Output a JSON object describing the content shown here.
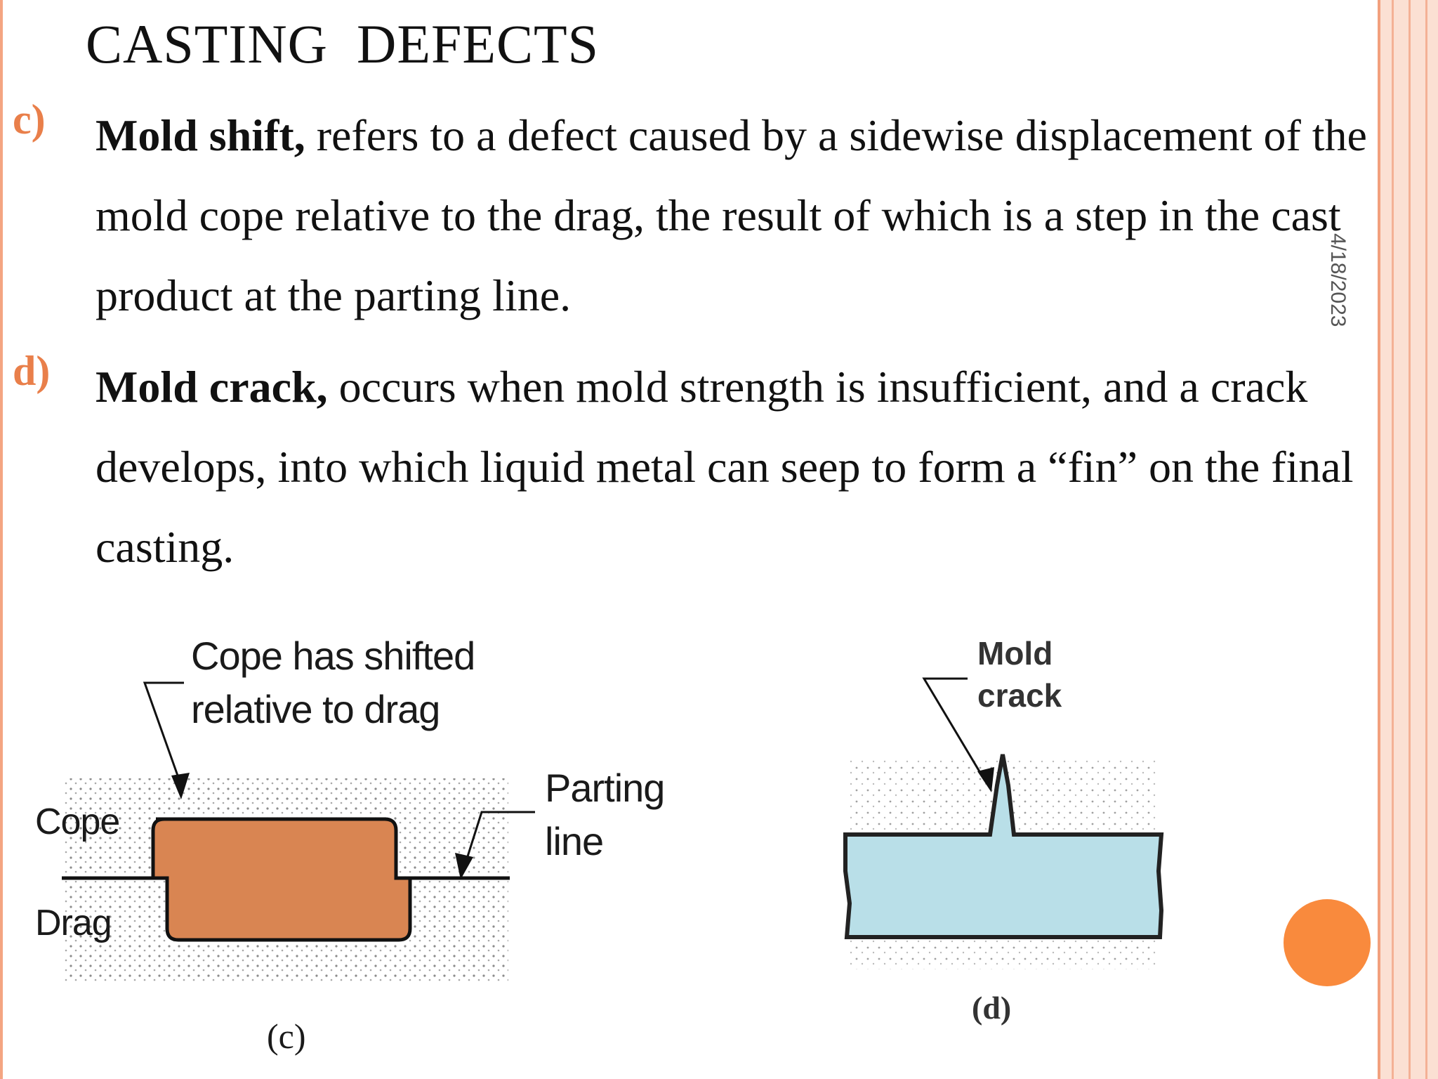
{
  "slide": {
    "title": "CASTING  DEFECTS",
    "date": "4/18/2023"
  },
  "items": [
    {
      "marker": "c)",
      "term": "Mold shift,",
      "description": " refers to a defect caused by a sidewise displacement of the mold cope relative to the drag, the result of which is a step in the cast product at the parting line."
    },
    {
      "marker": "d)",
      "term": "Mold crack,",
      "description": " occurs when mold strength is insufficient, and a crack develops, into which liquid metal can seep to form a “fin” on the final casting."
    }
  ],
  "figure_c": {
    "callout_line1": "Cope has shifted",
    "callout_line2": "relative to drag",
    "cope_label": "Cope",
    "drag_label": "Drag",
    "parting_line1": "Parting",
    "parting_line2": "line",
    "caption": "(c)",
    "casting_color": "#d98552"
  },
  "figure_d": {
    "callout_line1": "Mold",
    "callout_line2": "crack",
    "caption": "(d)",
    "casting_color": "#b9dfe8"
  },
  "colors": {
    "accent": "#e97f4a",
    "dot": "#f98a3d",
    "border": "#f4a582"
  }
}
